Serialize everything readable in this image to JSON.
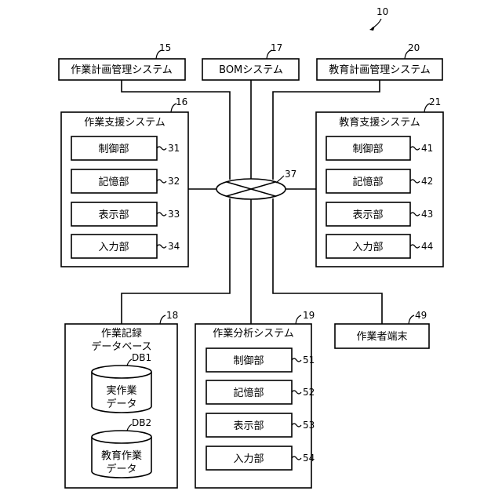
{
  "figure_ref": "10",
  "hub_ref": "37",
  "systems": {
    "work_plan": {
      "label": "作業計画管理システム",
      "ref": "15"
    },
    "bom": {
      "label": "BOMシステム",
      "ref": "17"
    },
    "edu_plan": {
      "label": "教育計画管理システム",
      "ref": "20"
    },
    "work_support": {
      "label": "作業支援システム",
      "ref": "16",
      "units": [
        {
          "label": "制御部",
          "ref": "31"
        },
        {
          "label": "記憶部",
          "ref": "32"
        },
        {
          "label": "表示部",
          "ref": "33"
        },
        {
          "label": "入力部",
          "ref": "34"
        }
      ]
    },
    "edu_support": {
      "label": "教育支援システム",
      "ref": "21",
      "units": [
        {
          "label": "制御部",
          "ref": "41"
        },
        {
          "label": "記憶部",
          "ref": "42"
        },
        {
          "label": "表示部",
          "ref": "43"
        },
        {
          "label": "入力部",
          "ref": "44"
        }
      ]
    },
    "work_record_db": {
      "label_line1": "作業記録",
      "label_line2": "データベース",
      "ref": "18",
      "dbs": [
        {
          "id": "DB1",
          "line1": "実作業",
          "line2": "データ"
        },
        {
          "id": "DB2",
          "line1": "教育作業",
          "line2": "データ"
        }
      ]
    },
    "work_analysis": {
      "label": "作業分析システム",
      "ref": "19",
      "units": [
        {
          "label": "制御部",
          "ref": "51"
        },
        {
          "label": "記憶部",
          "ref": "52"
        },
        {
          "label": "表示部",
          "ref": "53"
        },
        {
          "label": "入力部",
          "ref": "54"
        }
      ]
    },
    "worker_terminal": {
      "label": "作業者端末",
      "ref": "49"
    }
  }
}
